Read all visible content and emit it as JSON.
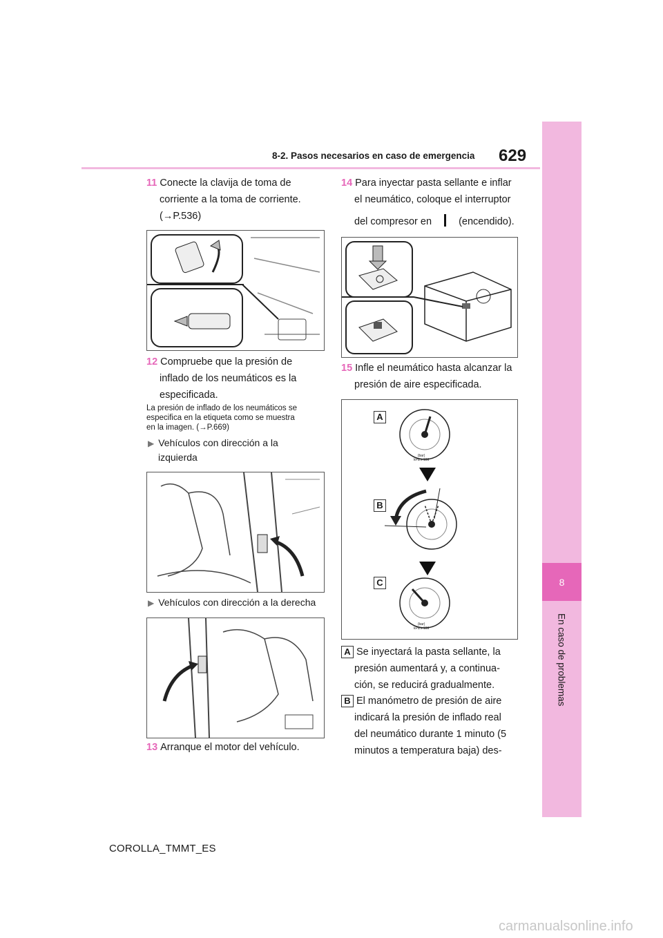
{
  "header": {
    "section_title": "8-2. Pasos necesarios en caso de emergencia",
    "page_number": "629"
  },
  "side_tab": {
    "chapter_number": "8",
    "chapter_title": "En caso de problemas"
  },
  "left": {
    "step11": {
      "num": "11",
      "line1": "Conecte la clavija de toma de",
      "line2": "corriente a la toma de corriente.",
      "ref": "(→P.536)"
    },
    "step12": {
      "num": "12",
      "line1": "Compruebe que la presión de",
      "line2": "inflado de los neumáticos es la",
      "line3": "especificada."
    },
    "note": {
      "line1": "La presión de inflado de los neumáticos se",
      "line2": "especifica en la etiqueta como se muestra",
      "line3": "en la imagen. (→P.669)"
    },
    "bullet_lhd": {
      "line1": "Vehículos con dirección a la",
      "line2": "izquierda"
    },
    "bullet_rhd": "Vehículos con dirección a la derecha",
    "step13": {
      "num": "13",
      "text": "Arranque el motor del vehículo."
    }
  },
  "right": {
    "step14": {
      "num": "14",
      "line1": "Para inyectar pasta sellante e inflar",
      "line2": "el neumático, coloque el interruptor",
      "line3a": "del compresor en",
      "line3b": "(encendido)."
    },
    "step15": {
      "num": "15",
      "line1": "Infle el neumático hasta alcanzar la",
      "line2": "presión de aire especificada."
    },
    "labels": {
      "a": "A",
      "b": "B",
      "c": "C"
    },
    "gauge_unit_bar": "(bar)",
    "gauge_unit_kpa": "kPa x 100",
    "note_a": {
      "tag": "A",
      "line1": "Se inyectará la pasta sellante, la",
      "line2": "presión aumentará y, a continua-",
      "line3": "ción, se reducirá gradualmente."
    },
    "note_b": {
      "tag": "B",
      "line1": "El manómetro de presión de aire",
      "line2": "indicará la presión de inflado real",
      "line3": "del neumático durante 1 minuto (5",
      "line4": "minutos a temperatura baja) des-"
    }
  },
  "footer": {
    "doc_code": "COROLLA_TMMT_ES"
  },
  "watermark": "carmanualsonline.info"
}
